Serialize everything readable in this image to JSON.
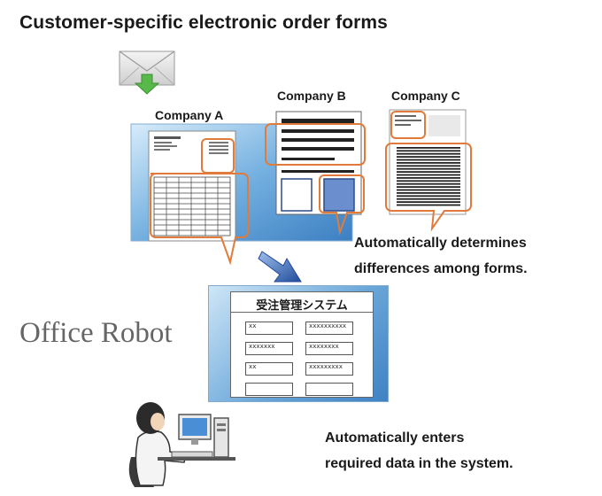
{
  "title": "Customer-specific electronic order forms",
  "companies": {
    "a": "Company A",
    "b": "Company B",
    "c": "Company C"
  },
  "captions": {
    "determine_line1": "Automatically determines",
    "determine_line2": "differences among forms.",
    "enter_line1": "Automatically enters",
    "enter_line2": "required data in the system."
  },
  "robot_label": "Office Robot",
  "system": {
    "title": "受注管理システム",
    "fields": [
      "xx",
      "xxxxxxxxxx",
      "xxxxxxx",
      "xxxxxxxx",
      "xx",
      "xxxxxxxxx"
    ]
  },
  "colors": {
    "callout": "#e07b3c",
    "screen_blue": "#4f8fcf",
    "arrow_blue": "#2b57a8",
    "envelope_arrow": "#58b84a"
  }
}
